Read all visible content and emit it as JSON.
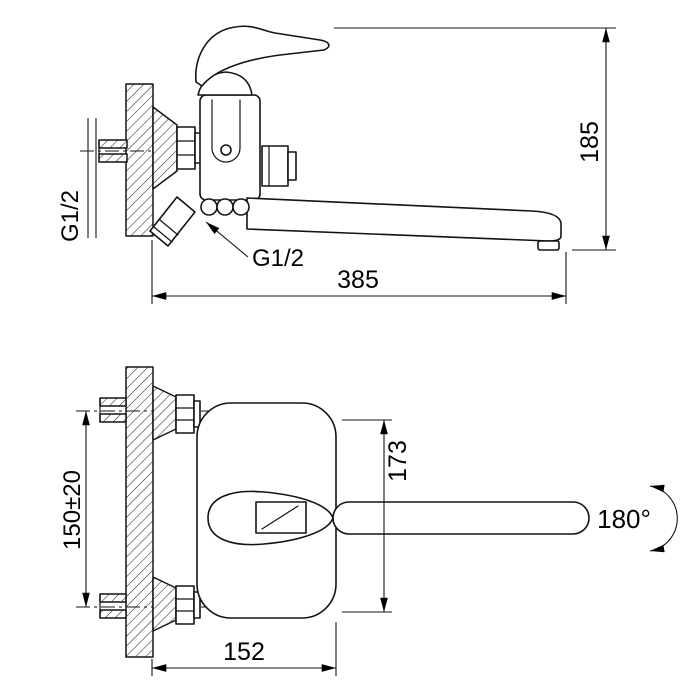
{
  "side_view": {
    "dim_height": "185",
    "dim_length": "385",
    "thread_wall": "G1/2",
    "thread_shower": "G1/2"
  },
  "front_view": {
    "dim_height": "173",
    "dim_mount_spacing": "150±20",
    "dim_width": "152",
    "swivel_angle": "180°"
  }
}
